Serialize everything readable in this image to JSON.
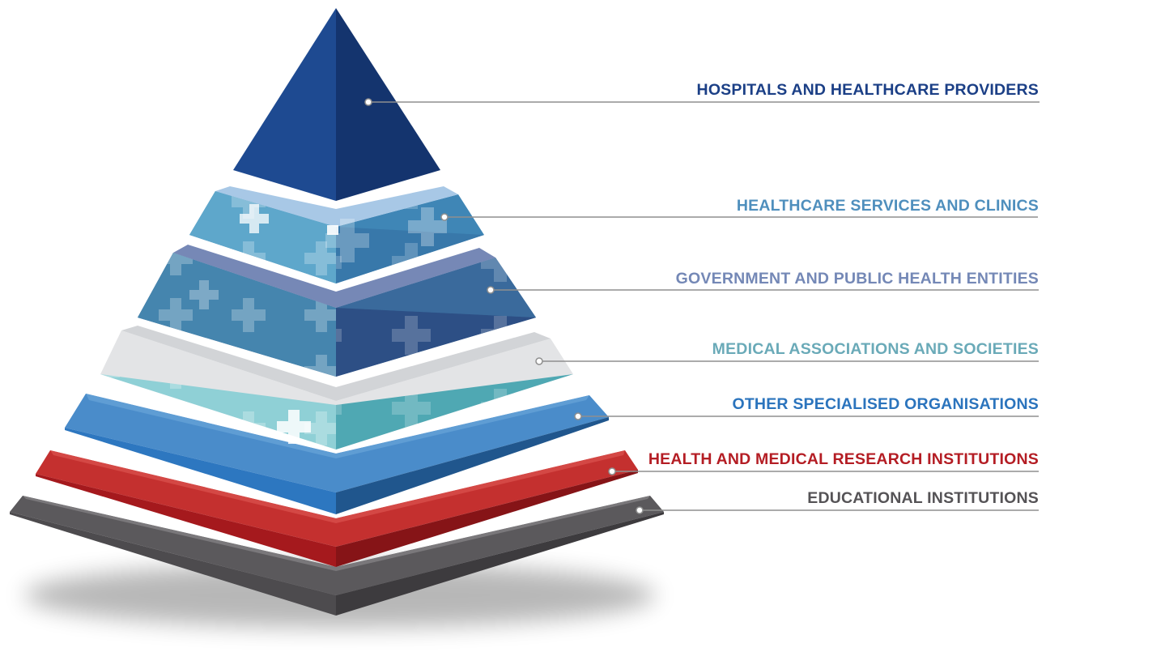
{
  "diagram": {
    "type": "layered-pyramid",
    "tiers": [
      {
        "label": "HOSPITALS AND HEALTHCARE PROVIDERS",
        "color": "#1b3f86"
      },
      {
        "label": "HEALTHCARE SERVICES AND CLINICS",
        "color": "#4f8fbd"
      },
      {
        "label": "GOVERNMENT AND PUBLIC HEALTH ENTITIES",
        "color": "#7488b6"
      },
      {
        "label": "MEDICAL ASSOCIATIONS AND SOCIETIES",
        "color": "#6aaab8"
      },
      {
        "label": "OTHER SPECIALISED ORGANISATIONS",
        "color": "#2b74bd"
      },
      {
        "label": "HEALTH AND MEDICAL RESEARCH INSTITUTIONS",
        "color": "#b41d24"
      },
      {
        "label": "EDUCATIONAL INSTITUTIONS",
        "color": "#555356"
      }
    ],
    "icon": "medical-cross-icon"
  }
}
